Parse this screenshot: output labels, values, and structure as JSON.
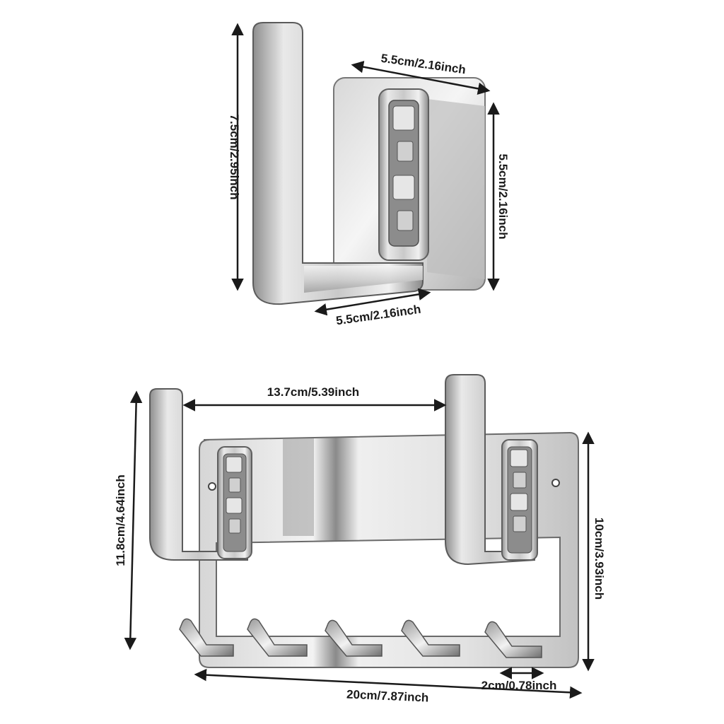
{
  "figures": {
    "single_hook": {
      "dimensions": {
        "height": "7.5cm/2.95inch",
        "top_width": "5.5cm/2.16inch",
        "plate_height": "5.5cm/2.16inch",
        "bottom_width": "5.5cm/2.16inch"
      }
    },
    "hook_rack": {
      "dimensions": {
        "hook_gap": "13.7cm/5.39inch",
        "total_height": "11.8cm/4.64inch",
        "rack_height": "10cm/3.93inch",
        "total_width": "20cm/7.87inch",
        "hook_spacing": "2cm/0.78inch"
      }
    }
  },
  "colors": {
    "metal_light": "#f2f2f2",
    "metal_mid": "#c8c8c8",
    "metal_dark": "#7a7a7a",
    "outline": "#555555",
    "text": "#1a1a1a"
  }
}
